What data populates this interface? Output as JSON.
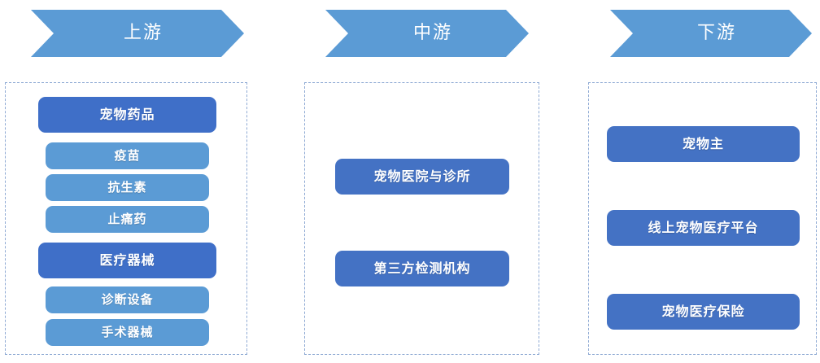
{
  "headers": [
    {
      "label": "上游",
      "name": "upstream"
    },
    {
      "label": "中游",
      "name": "midstream"
    },
    {
      "label": "下游",
      "name": "downstream"
    }
  ],
  "colors": {
    "chevron": "#5B9BD5",
    "box_dark": "#3F6FC8",
    "box_mid": "#4472C4",
    "box_light": "#5B9BD5",
    "panel_border": "#8FAAD4",
    "background": "#FFFFFF",
    "text": "#FFFFFF"
  },
  "upstream": {
    "items": [
      {
        "label": "宠物药品",
        "style": "dark"
      },
      {
        "label": "疫苗",
        "style": "light"
      },
      {
        "label": "抗生素",
        "style": "light"
      },
      {
        "label": "止痛药",
        "style": "light"
      },
      {
        "label": "医疗器械",
        "style": "dark"
      },
      {
        "label": "诊断设备",
        "style": "light"
      },
      {
        "label": "手术器械",
        "style": "light"
      }
    ]
  },
  "midstream": {
    "items": [
      {
        "label": "宠物医院与诊所",
        "style": "mid"
      },
      {
        "label": "第三方检测机构",
        "style": "mid"
      }
    ]
  },
  "downstream": {
    "items": [
      {
        "label": "宠物主",
        "style": "mid"
      },
      {
        "label": "线上宠物医疗平台",
        "style": "mid"
      },
      {
        "label": "宠物医疗保险",
        "style": "mid"
      }
    ]
  }
}
